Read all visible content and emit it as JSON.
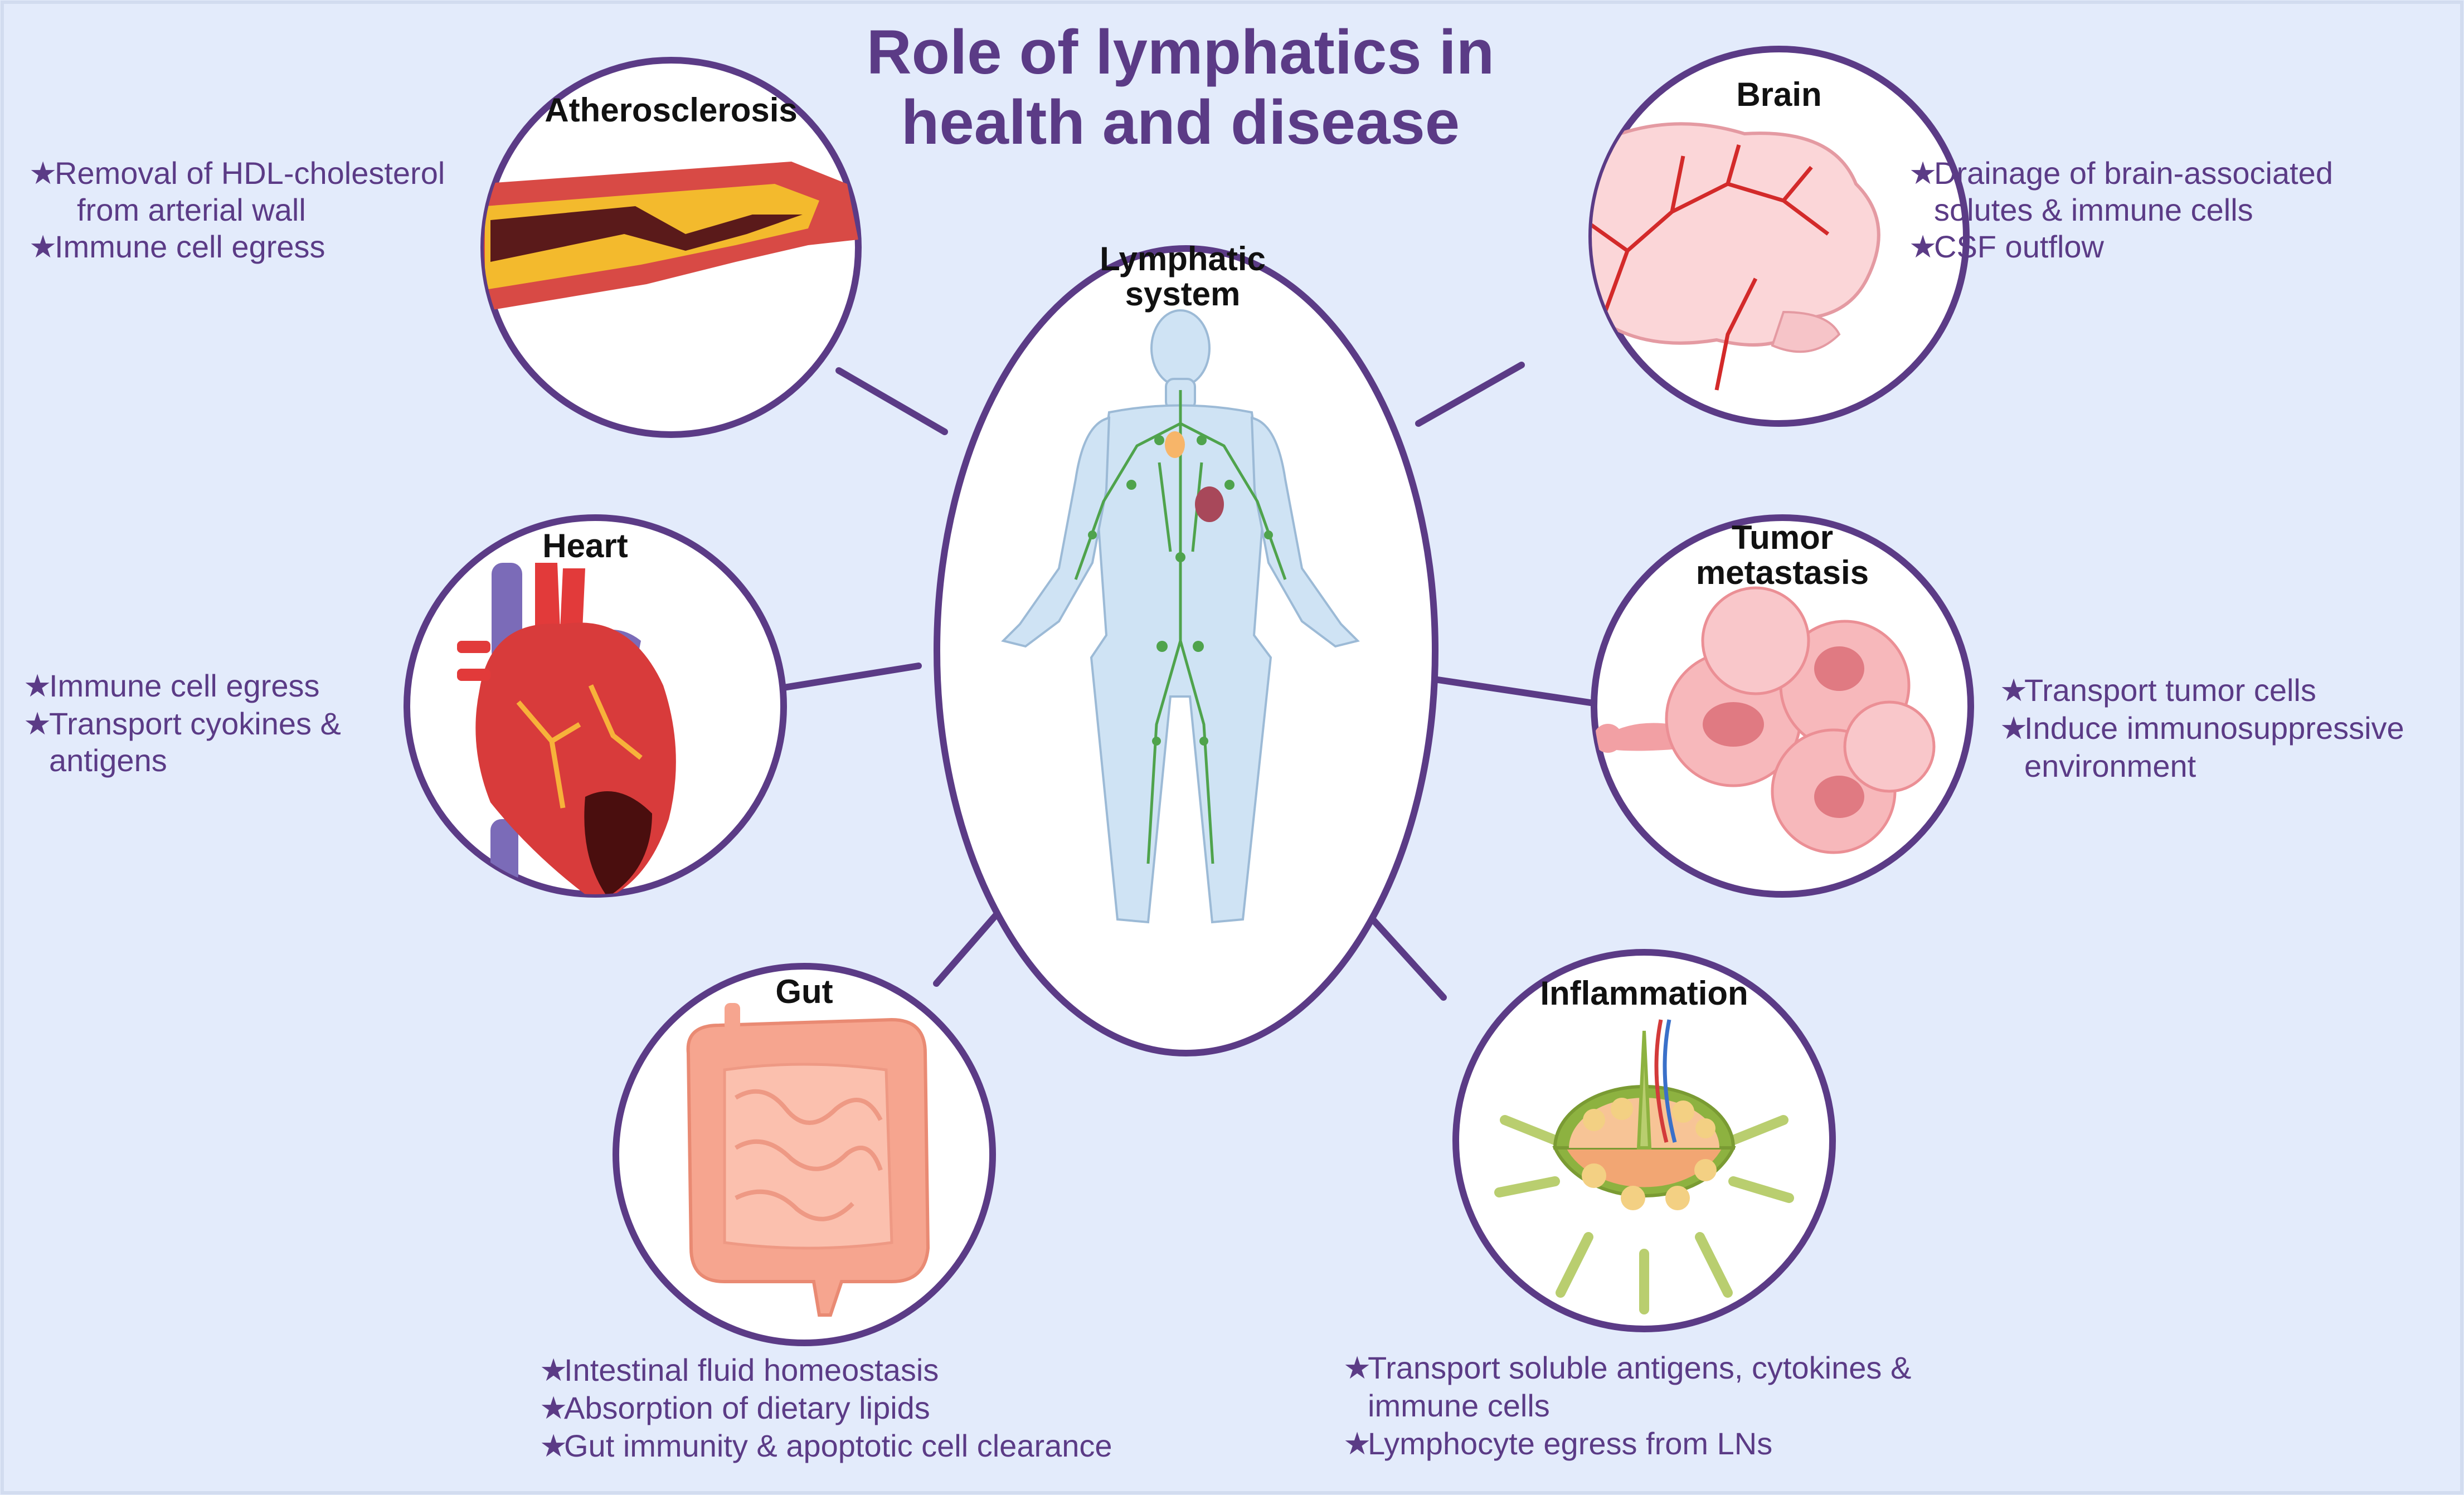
{
  "title": {
    "line1": "Role of lymphatics in",
    "line2": "health and disease"
  },
  "center": {
    "line1": "Lymphatic",
    "line2": "system"
  },
  "nodes": {
    "atherosclerosis": {
      "label": "Atherosclerosis",
      "notes": [
        "Removal of HDL-cholesterol",
        "from arterial wall",
        "Immune cell egress"
      ]
    },
    "brain": {
      "label": "Brain",
      "notes": [
        "Drainage of brain-associated",
        "solutes & immune cells",
        "CSF outflow"
      ]
    },
    "heart": {
      "label": "Heart",
      "notes": [
        "Immune cell egress",
        "Transport cyokines &",
        "antigens"
      ]
    },
    "tumor": {
      "label_line1": "Tumor",
      "label_line2": "metastasis",
      "notes": [
        "Transport tumor cells",
        "Induce immunosuppressive",
        "environment"
      ]
    },
    "gut": {
      "label": "Gut",
      "notes": [
        "Intestinal fluid homeostasis",
        "Absorption of dietary lipids",
        "Gut immunity & apoptotic cell clearance"
      ]
    },
    "inflammation": {
      "label": "Inflammation",
      "notes": [
        "Transport soluble antigens, cytokines &",
        "immune cells",
        "Lymphocyte egress from LNs"
      ]
    }
  },
  "bullet_glyph": "★",
  "colors": {
    "background": "#e3ebfb",
    "accent": "#5b3b86",
    "circle_fill": "#ffffff",
    "connector": "#5b3b86"
  }
}
